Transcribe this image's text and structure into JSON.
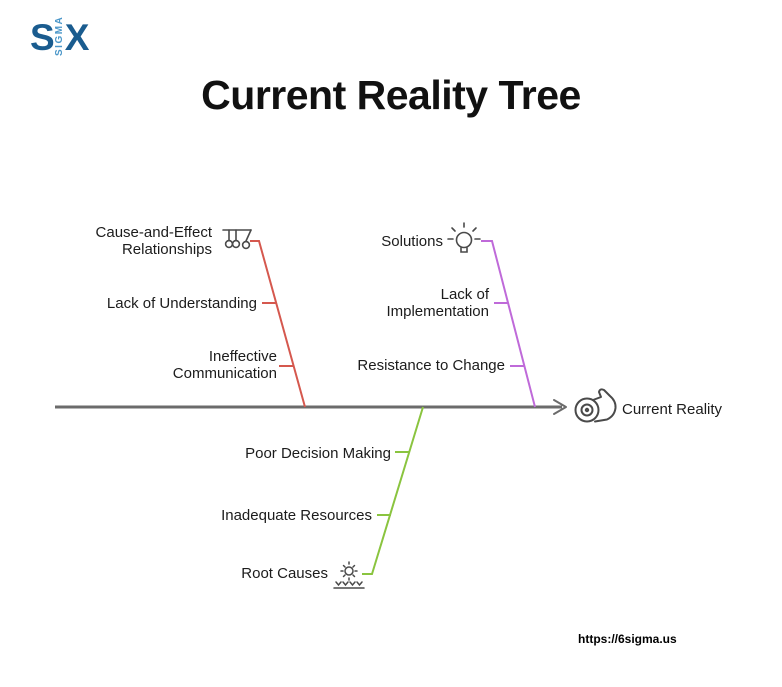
{
  "logo": {
    "part1": "S",
    "part2": "SIGMA",
    "part3": "X"
  },
  "title": "Current Reality Tree",
  "colors": {
    "branch_top_left": "#d5584e",
    "branch_top_right": "#bf6ad9",
    "branch_bottom": "#8ac43f",
    "spine": "#6b6b6b",
    "icon_gray": "#4a4a4a",
    "logo_dark": "#1a5c8f",
    "logo_light": "#4b97c9"
  },
  "diagram": {
    "spine_label": "Current Reality",
    "branch_top_left": {
      "head": "Cause-and-Effect Relationships",
      "icon": "newtons-cradle-icon",
      "items": [
        "Lack of Understanding",
        "Ineffective Communication"
      ]
    },
    "branch_top_right": {
      "head": "Solutions",
      "icon": "lightbulb-icon",
      "items": [
        "Lack of Implementation",
        "Resistance to Change"
      ]
    },
    "branch_bottom": {
      "head": "Root Causes",
      "icon": "sun-sprout-icon",
      "items": [
        "Poor Decision Making",
        "Inadequate Resources"
      ]
    }
  },
  "footer": {
    "url": "https://6sigma.us"
  }
}
